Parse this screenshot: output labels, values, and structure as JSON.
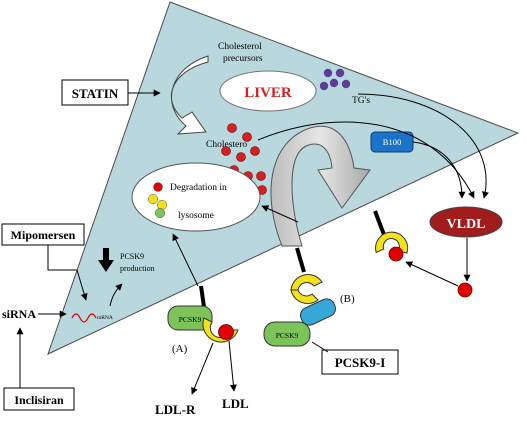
{
  "labels": {
    "statin": "STATIN",
    "cholesterol_precursors_1": "Cholesterol",
    "cholesterol_precursors_2": "precursors",
    "liver": "LIVER",
    "tgs": "TG's",
    "cholesterol": "Cholestero",
    "b100": "B100",
    "degradation_1": "Degradation in",
    "degradation_2": "lysosome",
    "vldl": "VLDL",
    "mipomersen": "Mipomersen",
    "pcsk9_production_1": "PCSK9",
    "pcsk9_production_2": "production",
    "sirna": "siRNA",
    "mrna": "mRNA",
    "inclisiran": "Inclisiran",
    "pcsk9_a": "PCSK9",
    "pcsk9_b": "PCSK9",
    "label_a": "(A)",
    "label_b": "(B)",
    "pcsk9_i": "PCSK9-I",
    "ldl_r": "LDL-R",
    "ldl": "LDL"
  },
  "colors": {
    "liver_tissue": "#b9d8dd",
    "liver_red": "#d42020",
    "vldl_fill": "#a11c1c",
    "b100_fill": "#1a73c9",
    "tg_dots": "#5b3d98",
    "pcsk9_green": "#7cc45a",
    "receptor_yellow": "#f3e21a",
    "pcsk9i_blue": "#35a8d8",
    "particle_red": "#e00000"
  }
}
